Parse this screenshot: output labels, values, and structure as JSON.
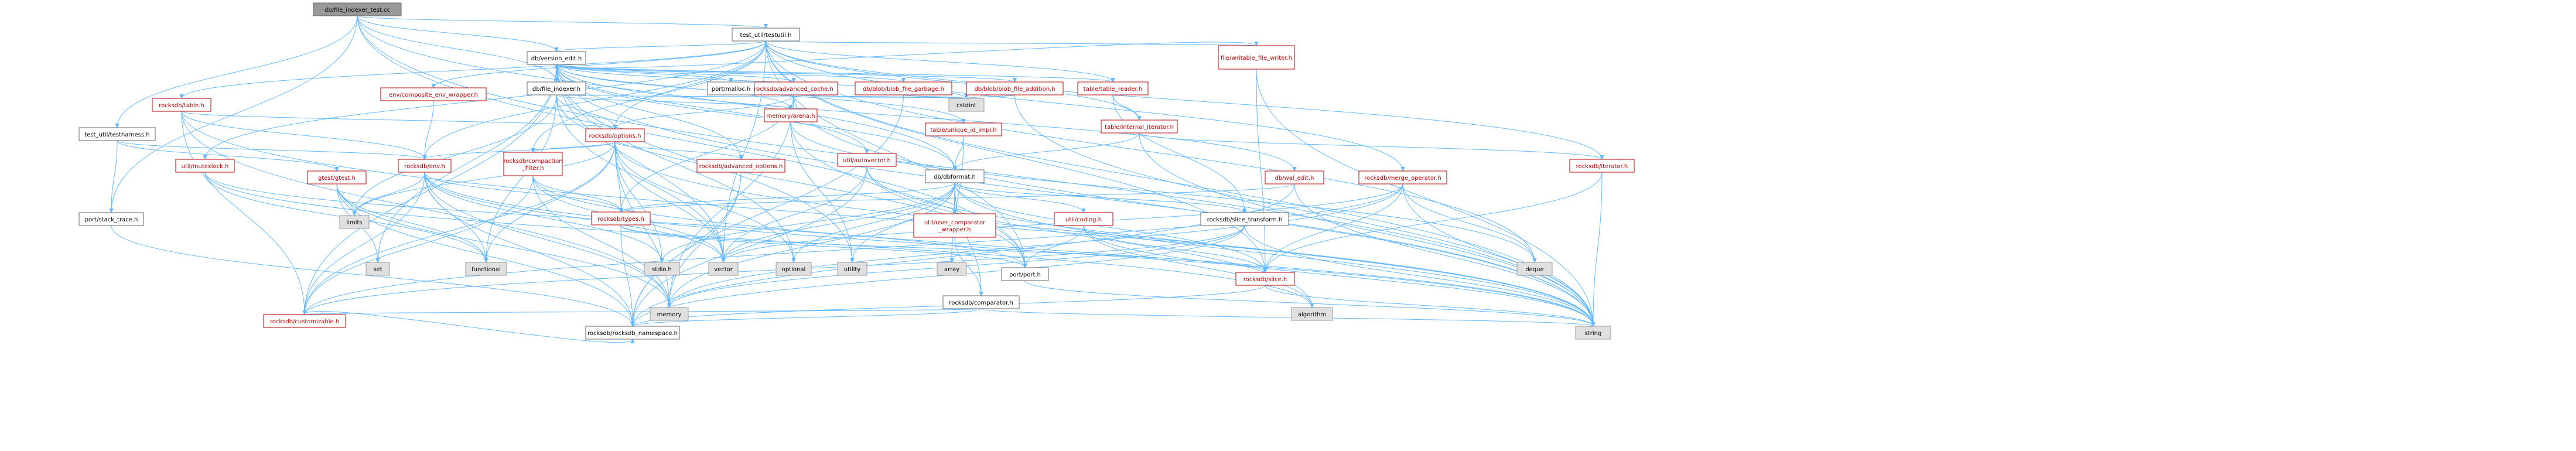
{
  "diagram": {
    "colors": {
      "edge": "#63b8ff",
      "link_border": "#bf0000",
      "root_fill": "#999999",
      "std_fill": "#e0e0e0"
    },
    "nodes": [
      {
        "id": "root",
        "label": "db/file_indexer_test.cc",
        "kind": "root"
      },
      {
        "id": "testutil",
        "label": "test_util/testutil.h",
        "kind": "main"
      },
      {
        "id": "envcomp",
        "label": "env/composite_env_wrapper.h",
        "kind": "link"
      },
      {
        "id": "versionedit",
        "label": "db/version_edit.h",
        "kind": "main"
      },
      {
        "id": "fileindexer",
        "label": "db/file_indexer.h",
        "kind": "main"
      },
      {
        "id": "advcache",
        "label": "rocksdb/advanced_cache.h",
        "kind": "link"
      },
      {
        "id": "portmalloc",
        "label": "port/malloc.h",
        "kind": "leaf"
      },
      {
        "id": "blobgarbage",
        "label": "db/blob/blob_file_garbage.h",
        "kind": "link"
      },
      {
        "id": "blobaddition",
        "label": "db/blob/blob_file_addition.h",
        "kind": "link"
      },
      {
        "id": "tablereader",
        "label": "table/table_reader.h",
        "kind": "link"
      },
      {
        "id": "filewritable",
        "label": "file/writable_file_writer.h",
        "kind": "link"
      },
      {
        "id": "rtable",
        "label": "rocksdb/table.h",
        "kind": "link"
      },
      {
        "id": "testharness",
        "label": "test_util/testharness.h",
        "kind": "main"
      },
      {
        "id": "mutexlock",
        "label": "util/mutexlock.h",
        "kind": "link"
      },
      {
        "id": "stacktrace",
        "label": "port/stack_trace.h",
        "kind": "leaf"
      },
      {
        "id": "roptions",
        "label": "rocksdb/options.h",
        "kind": "link"
      },
      {
        "id": "memarena",
        "label": "memory/arena.h",
        "kind": "link"
      },
      {
        "id": "uniqueid",
        "label": "table/unique_id_impl.h",
        "kind": "link"
      },
      {
        "id": "internaliter",
        "label": "table/internal_iterator.h",
        "kind": "link"
      },
      {
        "id": "gtest",
        "label": "gtest/gtest.h",
        "kind": "link"
      },
      {
        "id": "renv",
        "label": "rocksdb/env.h",
        "kind": "link"
      },
      {
        "id": "compfilter",
        "label": "rocksdb/compaction\n_filter.h",
        "kind": "link"
      },
      {
        "id": "advoptions",
        "label": "rocksdb/advanced_options.h",
        "kind": "link"
      },
      {
        "id": "autovector",
        "label": "util/autovector.h",
        "kind": "link"
      },
      {
        "id": "dbformat",
        "label": "db/dbformat.h",
        "kind": "main"
      },
      {
        "id": "walledit",
        "label": "db/wal_edit.h",
        "kind": "link"
      },
      {
        "id": "mergeop",
        "label": "rocksdb/merge_operator.h",
        "kind": "link"
      },
      {
        "id": "riterator",
        "label": "rocksdb/iterator.h",
        "kind": "link"
      },
      {
        "id": "rtypes",
        "label": "rocksdb/types.h",
        "kind": "link"
      },
      {
        "id": "ucompwrap",
        "label": "util/user_comparator\n_wrapper.h",
        "kind": "link"
      },
      {
        "id": "ucoding",
        "label": "util/coding.h",
        "kind": "link"
      },
      {
        "id": "slicetransform",
        "label": "rocksdb/slice_transform.h",
        "kind": "main"
      },
      {
        "id": "rcomparator",
        "label": "rocksdb/comparator.h",
        "kind": "main"
      },
      {
        "id": "portport",
        "label": "port/port.h",
        "kind": "leaf"
      },
      {
        "id": "rslice",
        "label": "rocksdb/slice.h",
        "kind": "link"
      },
      {
        "id": "rcustom",
        "label": "rocksdb/customizable.h",
        "kind": "link"
      },
      {
        "id": "rnamespace",
        "label": "rocksdb/rocksdb_namespace.h",
        "kind": "main"
      },
      {
        "id": "limits",
        "label": "limits",
        "kind": "std"
      },
      {
        "id": "set",
        "label": "set",
        "kind": "std"
      },
      {
        "id": "functional",
        "label": "functional",
        "kind": "std"
      },
      {
        "id": "stdio",
        "label": "stdio.h",
        "kind": "std"
      },
      {
        "id": "vector",
        "label": "vector",
        "kind": "std"
      },
      {
        "id": "optional",
        "label": "optional",
        "kind": "std"
      },
      {
        "id": "utility",
        "label": "utility",
        "kind": "std"
      },
      {
        "id": "array",
        "label": "array",
        "kind": "std"
      },
      {
        "id": "memory",
        "label": "memory",
        "kind": "std"
      },
      {
        "id": "cstdint",
        "label": "cstdint",
        "kind": "std"
      },
      {
        "id": "deque",
        "label": "deque",
        "kind": "std"
      },
      {
        "id": "algorithm",
        "label": "algorithm",
        "kind": "std"
      },
      {
        "id": "string",
        "label": "string",
        "kind": "std"
      }
    ],
    "edges": [
      [
        "root",
        "testutil"
      ],
      [
        "root",
        "versionedit"
      ],
      [
        "root",
        "fileindexer"
      ],
      [
        "root",
        "dbformat"
      ],
      [
        "root",
        "testharness"
      ],
      [
        "root",
        "stacktrace"
      ],
      [
        "root",
        "portport"
      ],
      [
        "root",
        "string"
      ],
      [
        "testutil",
        "envcomp"
      ],
      [
        "testutil",
        "versionedit"
      ],
      [
        "testutil",
        "filewritable"
      ],
      [
        "testutil",
        "rtable"
      ],
      [
        "testutil",
        "mutexlock"
      ],
      [
        "testutil",
        "roptions"
      ],
      [
        "testutil",
        "renv"
      ],
      [
        "testutil",
        "compfilter"
      ],
      [
        "testutil",
        "tablereader"
      ],
      [
        "testutil",
        "internaliter"
      ],
      [
        "testutil",
        "mergeop"
      ],
      [
        "testutil",
        "riterator"
      ],
      [
        "testutil",
        "rslice"
      ],
      [
        "testutil",
        "deque"
      ],
      [
        "testutil",
        "string"
      ],
      [
        "testutil",
        "vector"
      ],
      [
        "testutil",
        "portport"
      ],
      [
        "envcomp",
        "renv"
      ],
      [
        "filewritable",
        "versionedit"
      ],
      [
        "filewritable",
        "string"
      ],
      [
        "filewritable",
        "rslice"
      ],
      [
        "versionedit",
        "fileindexer"
      ],
      [
        "versionedit",
        "advcache"
      ],
      [
        "versionedit",
        "portmalloc"
      ],
      [
        "versionedit",
        "blobgarbage"
      ],
      [
        "versionedit",
        "blobaddition"
      ],
      [
        "versionedit",
        "tablereader"
      ],
      [
        "versionedit",
        "memarena"
      ],
      [
        "versionedit",
        "uniqueid"
      ],
      [
        "versionedit",
        "autovector"
      ],
      [
        "versionedit",
        "dbformat"
      ],
      [
        "versionedit",
        "walledit"
      ],
      [
        "versionedit",
        "advoptions"
      ],
      [
        "versionedit",
        "cstdint"
      ],
      [
        "versionedit",
        "optional"
      ],
      [
        "versionedit",
        "set"
      ],
      [
        "versionedit",
        "utility"
      ],
      [
        "versionedit",
        "vector"
      ],
      [
        "versionedit",
        "string"
      ],
      [
        "versionedit",
        "rcustom"
      ],
      [
        "fileindexer",
        "cstdint"
      ],
      [
        "fileindexer",
        "functional"
      ],
      [
        "fileindexer",
        "limits"
      ],
      [
        "fileindexer",
        "vector"
      ],
      [
        "fileindexer",
        "memarena"
      ],
      [
        "fileindexer",
        "portport"
      ],
      [
        "fileindexer",
        "roptions"
      ],
      [
        "advcache",
        "roptions"
      ],
      [
        "advcache",
        "rtypes"
      ],
      [
        "advcache",
        "memory"
      ],
      [
        "advcache",
        "cstdint"
      ],
      [
        "advcache",
        "string"
      ],
      [
        "blobgarbage",
        "cstdint"
      ],
      [
        "blobgarbage",
        "iosfwd"
      ],
      [
        "blobgarbage",
        "rnamespace"
      ],
      [
        "blobaddition",
        "cstdint"
      ],
      [
        "blobaddition",
        "string"
      ],
      [
        "tablereader",
        "internaliter"
      ],
      [
        "tablereader",
        "slicetransform"
      ],
      [
        "rtable",
        "roptions"
      ],
      [
        "rtable",
        "renv"
      ],
      [
        "rtable",
        "rcustom"
      ],
      [
        "rtable",
        "memory"
      ],
      [
        "rtable",
        "string"
      ],
      [
        "testharness",
        "gtest"
      ],
      [
        "testharness",
        "renv"
      ],
      [
        "testharness",
        "stacktrace"
      ],
      [
        "mutexlock",
        "portport"
      ],
      [
        "mutexlock",
        "functional"
      ],
      [
        "mutexlock",
        "algorithm"
      ],
      [
        "stacktrace",
        "rnamespace"
      ],
      [
        "roptions",
        "renv"
      ],
      [
        "roptions",
        "advoptions"
      ],
      [
        "roptions",
        "compfilter"
      ],
      [
        "roptions",
        "rcustom"
      ],
      [
        "roptions",
        "rtypes"
      ],
      [
        "roptions",
        "limits"
      ],
      [
        "roptions",
        "functional"
      ],
      [
        "roptions",
        "memory"
      ],
      [
        "roptions",
        "optional"
      ],
      [
        "roptions",
        "string"
      ],
      [
        "roptions",
        "vector"
      ],
      [
        "roptions",
        "unordered_map"
      ],
      [
        "roptions",
        "stdio"
      ],
      [
        "memarena",
        "portport"
      ],
      [
        "memarena",
        "utility"
      ],
      [
        "memarena",
        "deque"
      ],
      [
        "uniqueid",
        "dbformat"
      ],
      [
        "uniqueid",
        "array"
      ],
      [
        "internaliter",
        "dbformat"
      ],
      [
        "internaliter",
        "riterator"
      ],
      [
        "internaliter",
        "string"
      ],
      [
        "gtest",
        "set"
      ],
      [
        "gtest",
        "limits"
      ],
      [
        "gtest",
        "functional"
      ],
      [
        "gtest",
        "memory"
      ],
      [
        "gtest",
        "rnamespace"
      ],
      [
        "renv",
        "functional"
      ],
      [
        "renv",
        "limits"
      ],
      [
        "renv",
        "memory"
      ],
      [
        "renv",
        "string"
      ],
      [
        "renv",
        "vector"
      ],
      [
        "renv",
        "rcustom"
      ],
      [
        "renv",
        "rnamespace"
      ],
      [
        "renv",
        "stdio"
      ],
      [
        "renv",
        "rtypes"
      ],
      [
        "compfilter",
        "vector"
      ],
      [
        "compfilter",
        "memory"
      ],
      [
        "compfilter",
        "rtypes"
      ],
      [
        "compfilter",
        "rcustom"
      ],
      [
        "compfilter",
        "string"
      ],
      [
        "advoptions",
        "memory"
      ],
      [
        "advoptions",
        "rnamespace"
      ],
      [
        "autovector",
        "vector"
      ],
      [
        "autovector",
        "algorithm"
      ],
      [
        "autovector",
        "string"
      ],
      [
        "autovector",
        "rnamespace"
      ],
      [
        "dbformat",
        "stdio"
      ],
      [
        "dbformat",
        "vector"
      ],
      [
        "dbformat",
        "optional"
      ],
      [
        "dbformat",
        "utility"
      ],
      [
        "dbformat",
        "array"
      ],
      [
        "dbformat",
        "rtypes"
      ],
      [
        "dbformat",
        "ucompwrap"
      ],
      [
        "dbformat",
        "ucoding"
      ],
      [
        "dbformat",
        "slicetransform"
      ],
      [
        "dbformat",
        "rcomparator"
      ],
      [
        "dbformat",
        "rslice"
      ],
      [
        "dbformat",
        "string"
      ],
      [
        "dbformat",
        "memory"
      ],
      [
        "walledit",
        "string"
      ],
      [
        "walledit",
        "rtypes"
      ],
      [
        "walledit",
        "rnamespace"
      ],
      [
        "mergeop",
        "deque"
      ],
      [
        "mergeop",
        "string"
      ],
      [
        "mergeop",
        "vector"
      ],
      [
        "mergeop",
        "rslice"
      ],
      [
        "mergeop",
        "rcustom"
      ],
      [
        "mergeop",
        "memory"
      ],
      [
        "riterator",
        "string"
      ],
      [
        "riterator",
        "rslice"
      ],
      [
        "rtypes",
        "portport"
      ],
      [
        "rtypes",
        "rslice"
      ],
      [
        "rtypes",
        "rnamespace"
      ],
      [
        "ucompwrap",
        "rcomparator"
      ],
      [
        "ucoding",
        "algorithm"
      ],
      [
        "ucoding",
        "string"
      ],
      [
        "ucoding",
        "portport"
      ],
      [
        "ucoding",
        "rslice"
      ],
      [
        "slicetransform",
        "memory"
      ],
      [
        "slicetransform",
        "string"
      ],
      [
        "slicetransform",
        "rcustom"
      ],
      [
        "slicetransform",
        "rnamespace"
      ],
      [
        "rcomparator",
        "string"
      ],
      [
        "rcomparator",
        "rcustom"
      ],
      [
        "rcomparator",
        "rnamespace"
      ],
      [
        "portport",
        "string"
      ],
      [
        "rslice",
        "string"
      ],
      [
        "rslice",
        "rnamespace"
      ],
      [
        "rcustom",
        "rnamespace"
      ]
    ]
  }
}
